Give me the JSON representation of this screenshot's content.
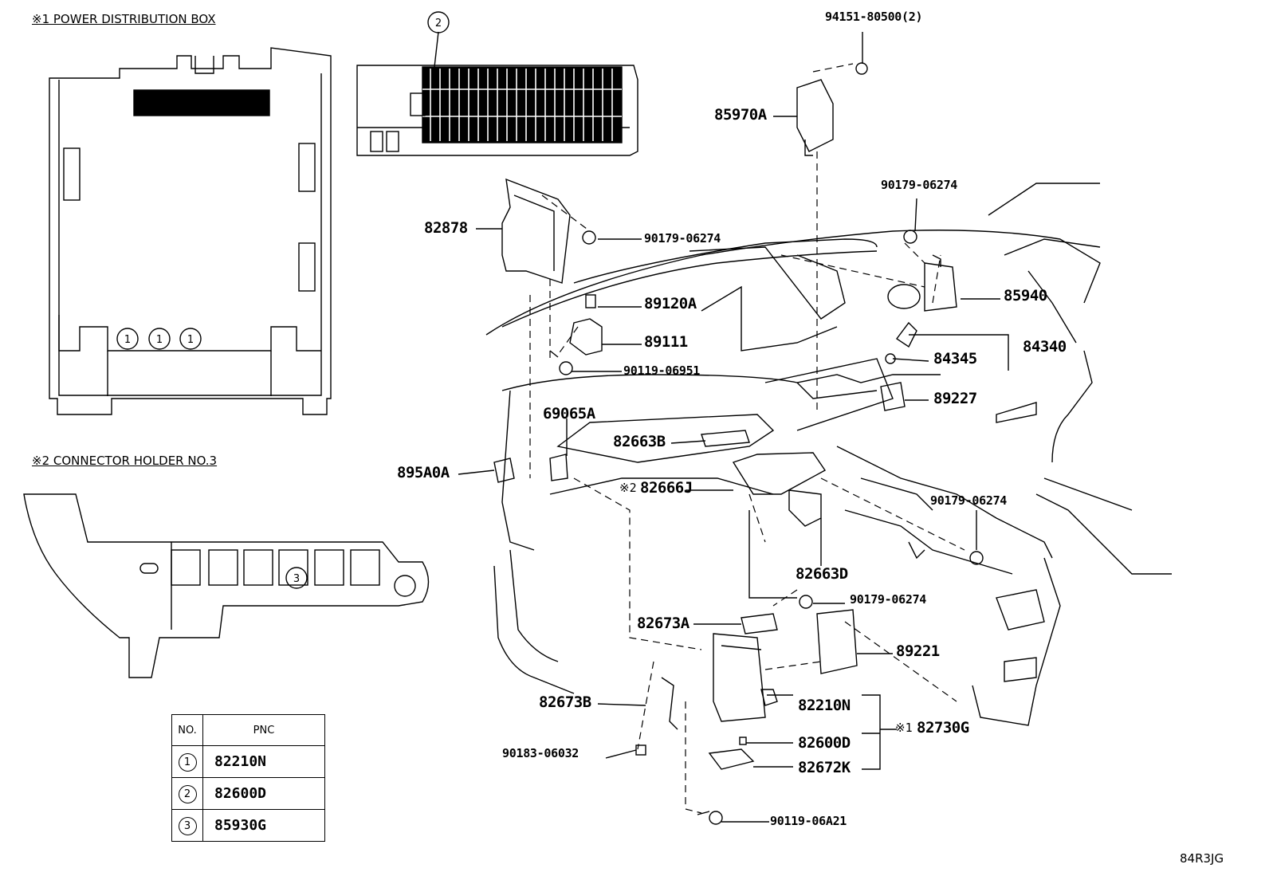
{
  "inset1_title": "※1 POWER DISTRIBUTION BOX",
  "inset2_title": "※2 CONNECTOR HOLDER NO.3",
  "callouts": {
    "c1": "1",
    "c2": "2",
    "c3": "3"
  },
  "parts": {
    "p_94151": "94151-80500(2)",
    "p_85970A": "85970A",
    "p_90179_top": "90179-06274",
    "p_82878": "82878",
    "p_90179_a": "90179-06274",
    "p_85940": "85940",
    "p_89120A": "89120A",
    "p_89111": "89111",
    "p_84345": "84345",
    "p_84340": "84340",
    "p_90119_06951": "90119-06951",
    "p_89227": "89227",
    "p_69065A": "69065A",
    "p_82663B": "82663B",
    "p_895A0A": "895A0A",
    "p_82666J_mark": "※2",
    "p_82666J": "82666J",
    "p_90179_b": "90179-06274",
    "p_82663D": "82663D",
    "p_90179_c": "90179-06274",
    "p_82673A": "82673A",
    "p_89221": "89221",
    "p_82673B": "82673B",
    "p_82210N": "82210N",
    "p_82730G_mark": "※1",
    "p_82730G": "82730G",
    "p_90183": "90183-06032",
    "p_82600D": "82600D",
    "p_82672K": "82672K",
    "p_90119_06A21": "90119-06A21"
  },
  "table": {
    "header_no": "NO.",
    "header_pnc": "PNC",
    "rows": [
      {
        "no": "1",
        "pnc": "82210N"
      },
      {
        "no": "2",
        "pnc": "82600D"
      },
      {
        "no": "3",
        "pnc": "85930G"
      }
    ]
  },
  "illustration_code": "84R3JG"
}
